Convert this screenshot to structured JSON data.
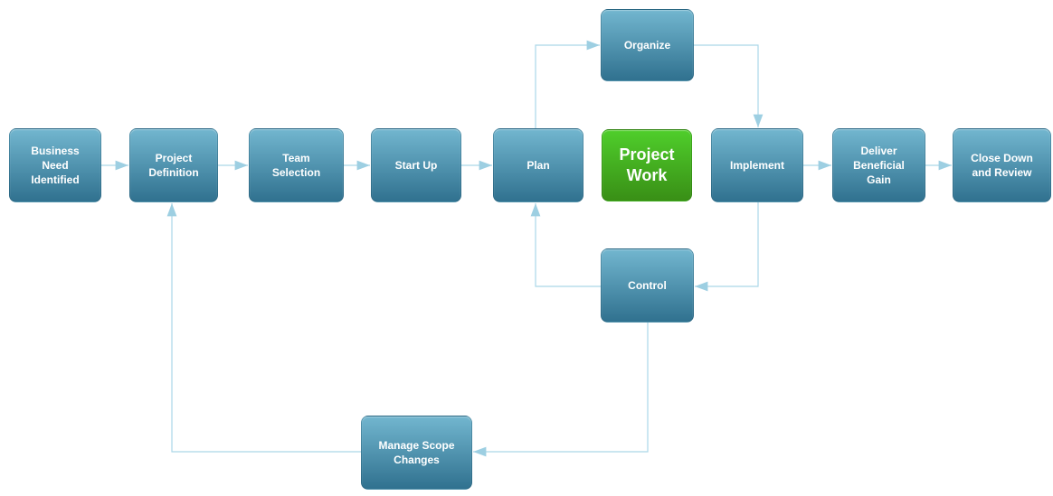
{
  "colors": {
    "box_blue_top": "#72b6cf",
    "box_blue_bottom": "#30718f",
    "box_green_top": "#4fce2b",
    "box_green_bottom": "#398f16",
    "connector": "#abd7e8",
    "arrowhead": "#9dcfe2",
    "label_text": "#ffffff",
    "canvas_background": "#ffffff"
  },
  "flowchart": {
    "nodes": [
      {
        "id": "business-need-identified",
        "label": "Business Need Identified",
        "style": "blue"
      },
      {
        "id": "project-definition",
        "label": "Project Definition",
        "style": "blue"
      },
      {
        "id": "team-selection",
        "label": "Team Selection",
        "style": "blue"
      },
      {
        "id": "start-up",
        "label": "Start Up",
        "style": "blue"
      },
      {
        "id": "plan",
        "label": "Plan",
        "style": "blue"
      },
      {
        "id": "project-work",
        "label": "Project Work",
        "style": "green"
      },
      {
        "id": "implement",
        "label": "Implement",
        "style": "blue"
      },
      {
        "id": "deliver-beneficial-gain",
        "label": "Deliver Beneficial Gain",
        "style": "blue"
      },
      {
        "id": "close-down-and-review",
        "label": "Close Down and Review",
        "style": "blue"
      },
      {
        "id": "organize",
        "label": "Organize",
        "style": "blue"
      },
      {
        "id": "control",
        "label": "Control",
        "style": "blue"
      },
      {
        "id": "manage-scope-changes",
        "label": "Manage Scope Changes",
        "style": "blue"
      }
    ],
    "connections": [
      {
        "from": "business-need-identified",
        "to": "project-definition"
      },
      {
        "from": "project-definition",
        "to": "team-selection"
      },
      {
        "from": "team-selection",
        "to": "start-up"
      },
      {
        "from": "start-up",
        "to": "plan"
      },
      {
        "from": "plan",
        "to": "organize"
      },
      {
        "from": "organize",
        "to": "implement"
      },
      {
        "from": "implement",
        "to": "deliver-beneficial-gain"
      },
      {
        "from": "deliver-beneficial-gain",
        "to": "close-down-and-review"
      },
      {
        "from": "implement",
        "to": "control"
      },
      {
        "from": "control",
        "to": "plan"
      },
      {
        "from": "control",
        "to": "manage-scope-changes"
      },
      {
        "from": "manage-scope-changes",
        "to": "project-definition"
      }
    ]
  }
}
